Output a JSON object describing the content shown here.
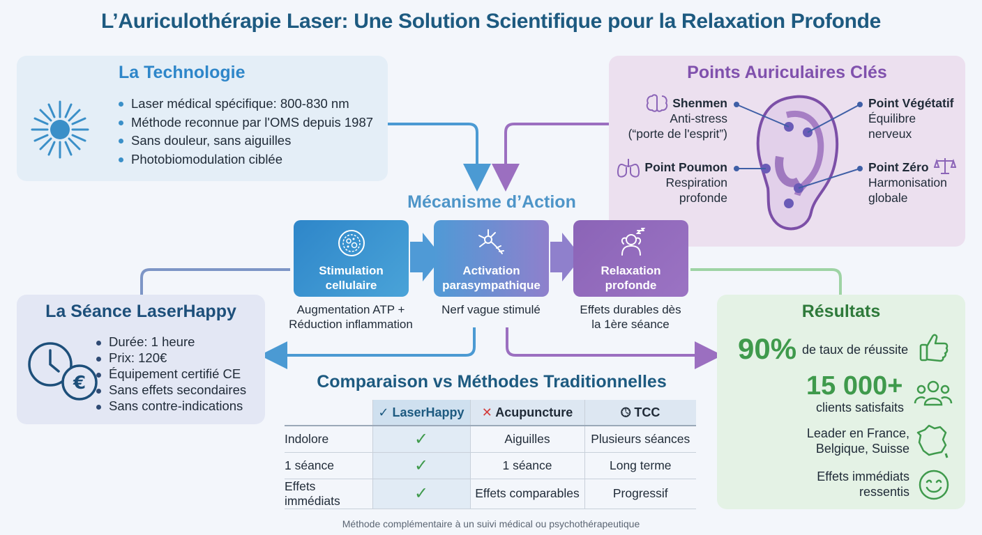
{
  "title": "L’Auriculothérapie Laser: Une Solution Scientifique pour la Relaxation Profonde",
  "technology": {
    "title": "La Technologie",
    "items": [
      "Laser médical spécifique: 800-830 nm",
      "Méthode reconnue par l'OMS depuis 1987",
      "Sans douleur, sans aiguilles",
      "Photobiomodulation ciblée"
    ]
  },
  "auricular_points": {
    "title": "Points Auriculaires Clés",
    "points": [
      {
        "name": "Shenmen",
        "desc": [
          "Anti-stress",
          "(“porte de l'esprit”)"
        ]
      },
      {
        "name": "Point Poumon",
        "desc": [
          "Respiration",
          "profonde"
        ]
      },
      {
        "name": "Point Végétatif",
        "desc": [
          "Équilibre",
          "nerveux"
        ]
      },
      {
        "name": "Point Zéro",
        "desc": [
          "Harmonisation",
          "globale"
        ]
      }
    ]
  },
  "mechanism": {
    "title": "Mécanisme d’Action",
    "steps": [
      {
        "label": [
          "Stimulation",
          "cellulaire"
        ],
        "desc": [
          "Augmentation ATP +",
          "Réduction inflammation"
        ]
      },
      {
        "label": [
          "Activation",
          "parasympathique"
        ],
        "desc": [
          "Nerf vague stimulé"
        ]
      },
      {
        "label": [
          "Relaxation",
          "profonde"
        ],
        "desc": [
          "Effets durables dès",
          "la 1ère séance"
        ]
      }
    ]
  },
  "session": {
    "title": "La Séance LaserHappy",
    "items": [
      "Durée: 1 heure",
      "Prix: 120€",
      "Équipement certifié CE",
      "Sans effets secondaires",
      "Sans contre-indications"
    ]
  },
  "comparison": {
    "title": "Comparaison vs Méthodes Traditionnelles",
    "columns": [
      "LaserHappy",
      "Acupuncture",
      "TCC"
    ],
    "rows": [
      {
        "label": "Indolore",
        "acupuncture": "Aiguilles",
        "tcc": "Plusieurs séances"
      },
      {
        "label": "1 séance",
        "acupuncture": "1 séance",
        "tcc": "Long terme"
      },
      {
        "label": "Effets immédiats",
        "acupuncture": "Effets comparables",
        "tcc": "Progressif"
      }
    ]
  },
  "results": {
    "title": "Résultats",
    "success_value": "90%",
    "success_label": "de taux de réussite",
    "clients_value": "15 000+",
    "clients_label": "clients satisfaits",
    "leader": [
      "Leader en France,",
      "Belgique, Suisse"
    ],
    "effects": [
      "Effets immédiats",
      "ressentis"
    ]
  },
  "footnote": "Méthode complémentaire à un suivi médical ou psychothérapeutique",
  "colors": {
    "blue": "#2e86c9",
    "navy": "#1d5a80",
    "purple": "#8b64b7",
    "green": "#3f9a4c"
  }
}
